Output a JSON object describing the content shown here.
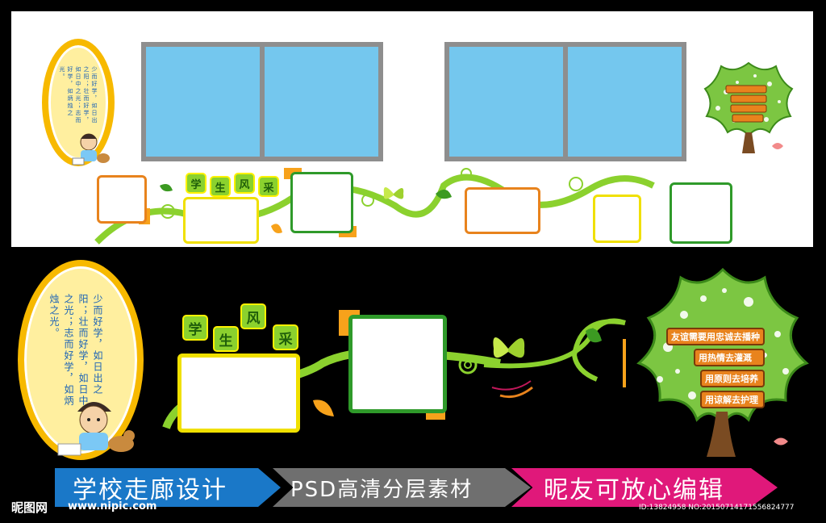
{
  "top_section": {
    "title_chars": [
      "学",
      "生",
      "风",
      "采"
    ],
    "poem": "少而好学，如日出之阳；壮而好学，如日中之光；志而好学，如炳烛之光。"
  },
  "bottom_section": {
    "title_chars": [
      "学",
      "生",
      "风",
      "采"
    ],
    "poem": "少而好学，如日出之阳；壮而好学，如日中之光；志而好学，如炳烛之光。",
    "tree_signs": [
      "友谊需要用忠诚去播种",
      "用热情去灌溉",
      "用原则去培养",
      "用谅解去护理"
    ]
  },
  "banners": [
    {
      "text": "学校走廊设计",
      "color": "#1a78c8"
    },
    {
      "text": "PSD高清分层素材",
      "color": "#6f6f6f"
    },
    {
      "text": "昵友可放心编辑",
      "color": "#e0187a"
    }
  ],
  "watermark": {
    "logo": "昵图网",
    "url": "www.nipic.com",
    "id_text": "ID:13824958 NO:20150714171556824777"
  },
  "colors": {
    "accent_green": "#8bd12e",
    "frame_orange": "#f7a21b",
    "window_blue": "#74c7ee",
    "mirror_gold": "#f7b900"
  }
}
